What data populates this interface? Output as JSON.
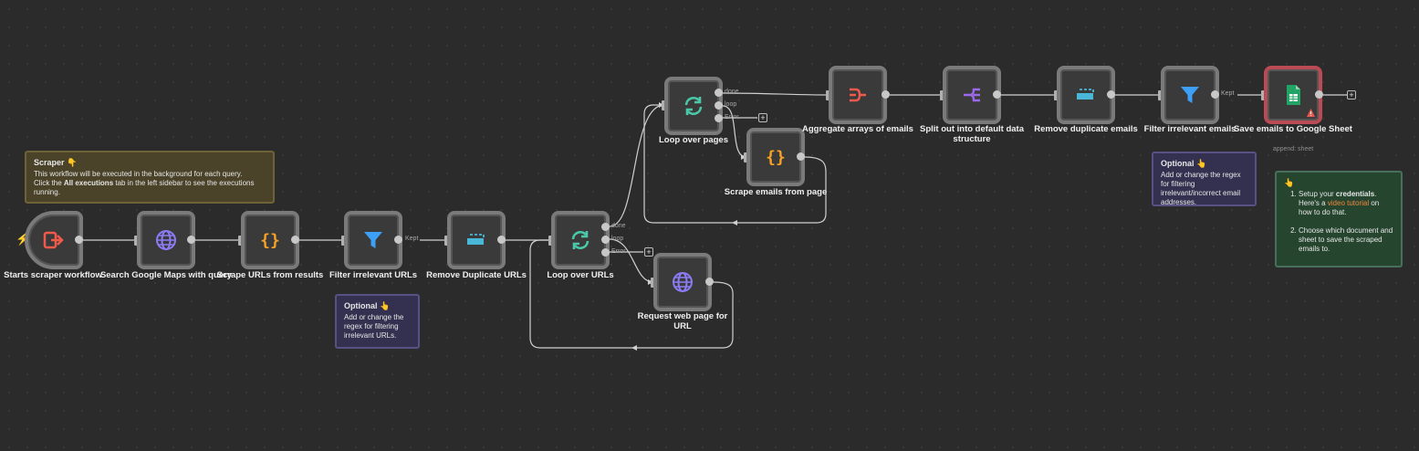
{
  "nodes": {
    "start": {
      "label": "Starts scraper workflow",
      "icon": "exit-arrow-icon"
    },
    "search_maps": {
      "label": "Search Google Maps with query",
      "icon": "globe-icon"
    },
    "scrape_urls": {
      "label": "Scrape URLs from results",
      "icon": "braces-icon"
    },
    "filter_urls": {
      "label": "Filter irrelevant URLs",
      "icon": "filter-icon",
      "port_label": "Kept"
    },
    "remove_dup_urls": {
      "label": "Remove Duplicate URLs",
      "icon": "dedupe-icon"
    },
    "loop_urls": {
      "label": "Loop over URLs",
      "icon": "loop-icon",
      "ports": [
        "done",
        "loop",
        "Error"
      ]
    },
    "request_page": {
      "label": "Request web page for URL",
      "icon": "globe-icon"
    },
    "loop_pages": {
      "label": "Loop over pages",
      "icon": "loop-icon",
      "ports": [
        "done",
        "loop",
        "Error"
      ]
    },
    "scrape_emails": {
      "label": "Scrape emails from page",
      "icon": "braces-icon"
    },
    "aggregate": {
      "label": "Aggregate arrays of emails",
      "icon": "aggregate-icon"
    },
    "split_out": {
      "label": "Split out into default data structure",
      "icon": "split-icon"
    },
    "remove_dup_emails": {
      "label": "Remove duplicate emails",
      "icon": "dedupe-icon"
    },
    "filter_emails": {
      "label": "Filter irrelevant emails",
      "icon": "filter-icon",
      "port_label": "Kept"
    },
    "save_sheet": {
      "label": "Save emails to Google Sheet",
      "icon": "google-sheets-icon",
      "sublabel": "append: sheet"
    }
  },
  "plus_symbol": "+",
  "stickies": {
    "scraper": {
      "title": "Scraper 👇",
      "line1": "This workflow will be executed in the background for each query.",
      "line2_pre": "Click the ",
      "line2_bold": "All executions",
      "line2_post": " tab in the left sidebar to see the executions running."
    },
    "optional_urls": {
      "title": "Optional 👆",
      "text": "Add or change the regex for filtering irrelevant URLs."
    },
    "optional_emails": {
      "title": "Optional 👆",
      "text": "Add or change the regex for filtering irrelevant/incorrect email addresses."
    },
    "setup": {
      "title": "👆",
      "item1_pre": "Setup your ",
      "item1_bold": "credentials",
      "item1_mid": ". Here's a ",
      "item1_link": "video tutorial",
      "item1_post": " on how to do that.",
      "item2": "Choose which document and sheet to save the scraped emails to."
    }
  },
  "colors": {
    "canvas": "#2b2b2b",
    "wire": "#cfcfcf",
    "trigger_icon": "#ef5a4a",
    "globe": "#8b7cf6",
    "braces": "#f7a225",
    "filter": "#3d9ff5",
    "dedupe": "#49b7d8",
    "loop": "#49c9a8",
    "aggregate": "#ef5a4a",
    "split": "#9b68e8",
    "sheets": "#21a465",
    "error_border": "#b94a56"
  }
}
